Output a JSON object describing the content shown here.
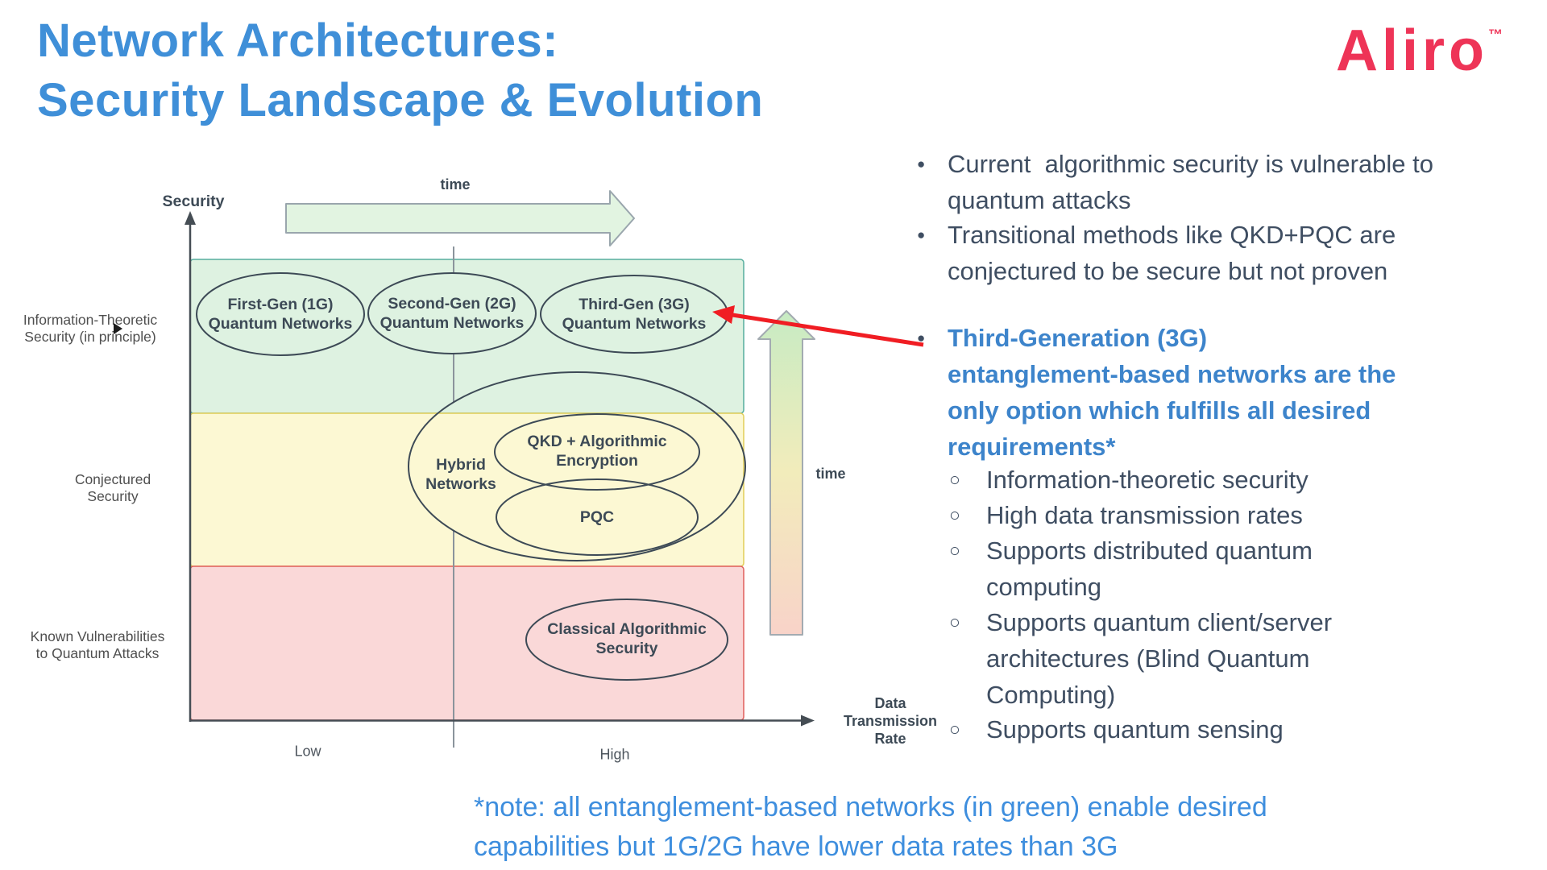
{
  "header": {
    "title": "Network Architectures:\nSecurity Landscape & Evolution",
    "brand": "Aliro",
    "brand_tm": "™"
  },
  "diagram": {
    "y_axis_label": "Security",
    "x_axis_label": "Data\nTransmission\nRate",
    "time_label_top": "time",
    "time_label_right": "time",
    "tick_low": "Low",
    "tick_high": "High",
    "band_green_label": "Information-Theoretic\nSecurity (in principle)",
    "band_yellow_label": "Conjectured\nSecurity",
    "band_red_label": "Known Vulnerabilities\nto Quantum Attacks",
    "node_gen1": "First-Gen (1G)\nQuantum Networks",
    "node_gen2": "Second-Gen (2G)\nQuantum Networks",
    "node_gen3": "Third-Gen (3G)\nQuantum Networks",
    "node_hybrid": "Hybrid\nNetworks",
    "node_qkd": "QKD + Algorithmic\nEncryption",
    "node_pqc": "PQC",
    "node_classical": "Classical Algorithmic\nSecurity"
  },
  "bullets": {
    "dot_glyph": "●",
    "circle_glyph": "○",
    "b1": "Current  algorithmic security is vulnerable to\nquantum attacks",
    "b2": "Transitional methods like QKD+PQC are\nconjectured to be secure but not proven",
    "b3": "Third-Generation (3G)\nentanglement-based networks are the\nonly option which fulfills all desired\nrequirements*",
    "s1": "Information-theoretic security",
    "s2": "High data transmission rates",
    "s3": "Supports distributed quantum\ncomputing",
    "s4": "Supports quantum client/server\narchitectures (Blind Quantum\nComputing)",
    "s5": "Supports quantum sensing"
  },
  "note": "*note: all entanglement-based networks (in green) enable desired\ncapabilities but 1G/2G have lower data rates than 3G",
  "colors": {
    "title_blue": "#3f8fd8",
    "bold_blue": "#3d84cb",
    "note_blue": "#3e8ede",
    "body_navy": "#3f4e62",
    "diagram_dark": "#3d4a56",
    "brand_pink": "#ee3457",
    "band_green_fill": "#def2e1",
    "band_green_border": "#56ad9e",
    "band_yellow_fill": "#fcf8d3",
    "band_yellow_border": "#e2cd58",
    "band_red_fill": "#fad8d8",
    "band_red_border": "#e05f5c",
    "time_arrow_fill": "#e2f4e1",
    "annotation_red": "#f01d23"
  }
}
